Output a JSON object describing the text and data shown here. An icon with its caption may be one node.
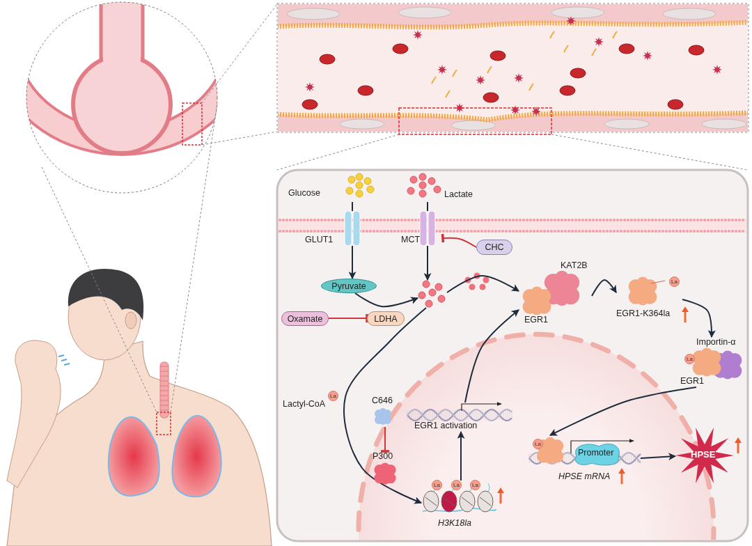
{
  "diagram": {
    "nodes": [
      {
        "text": [
          "Glucose"
        ]
      },
      {
        "text": [
          "Lactate"
        ]
      },
      {
        "text": [
          "GLUT1"
        ]
      },
      {
        "text": [
          "MCT"
        ]
      },
      {
        "text": [
          "CHC"
        ]
      },
      {
        "text": [
          "Pyruvate"
        ]
      },
      {
        "text": [],
        "shape": "circle"
      },
      {
        "text": [
          "Oxamate"
        ]
      },
      {
        "text": [
          "LDHA"
        ]
      },
      {
        "text": [
          "KAT2B",
          "EGR1"
        ]
      },
      {
        "text": [
          "EGR1-K364la"
        ]
      },
      {
        "text": [
          "Importin-α",
          "EGR1"
        ]
      },
      {
        "text": [
          "C646"
        ]
      },
      {
        "text": [
          "P300"
        ]
      },
      {
        "text": [
          "EGR1 activation"
        ]
      },
      {
        "text": [
          "H3K18la"
        ]
      },
      {
        "text": [
          "Promoter",
          "HPSE mRNA"
        ]
      },
      {
        "text": [
          "HPSE"
        ]
      }
    ],
    "edges": [
      {
        "from": 0,
        "to": 2,
        "arrow": "none"
      },
      {
        "from": 2,
        "to": 5,
        "arrow": "to"
      },
      {
        "from": 1,
        "to": 3,
        "arrow": "none"
      },
      {
        "from": 3,
        "to": 6,
        "arrow": "to"
      },
      {
        "from": 4,
        "to": 3,
        "arrow": "other",
        "color": "#d0343c"
      },
      {
        "from": 5,
        "to": 6,
        "arrow": "to"
      },
      {
        "from": 7,
        "to": 8,
        "arrow": "other",
        "color": "#d0343c"
      },
      {
        "from": 6,
        "to": 9,
        "arrow": "to"
      },
      {
        "from": 6,
        "to": 15,
        "arrow": "to",
        "label": "Lactyl-CoA"
      },
      {
        "from": 14,
        "to": 9,
        "arrow": "to"
      },
      {
        "from": 15,
        "to": 14,
        "arrow": "to"
      },
      {
        "from": 12,
        "to": 13,
        "arrow": "other",
        "color": "#d0343c"
      },
      {
        "from": 9,
        "to": 10,
        "arrow": "to"
      },
      {
        "from": 10,
        "to": 11,
        "arrow": "to"
      },
      {
        "from": 11,
        "to": 16,
        "arrow": "to"
      },
      {
        "from": 16,
        "to": 17,
        "arrow": "to"
      }
    ],
    "labels": [
      "La",
      "La",
      "La",
      "La",
      "La",
      "La",
      "La"
    ]
  }
}
